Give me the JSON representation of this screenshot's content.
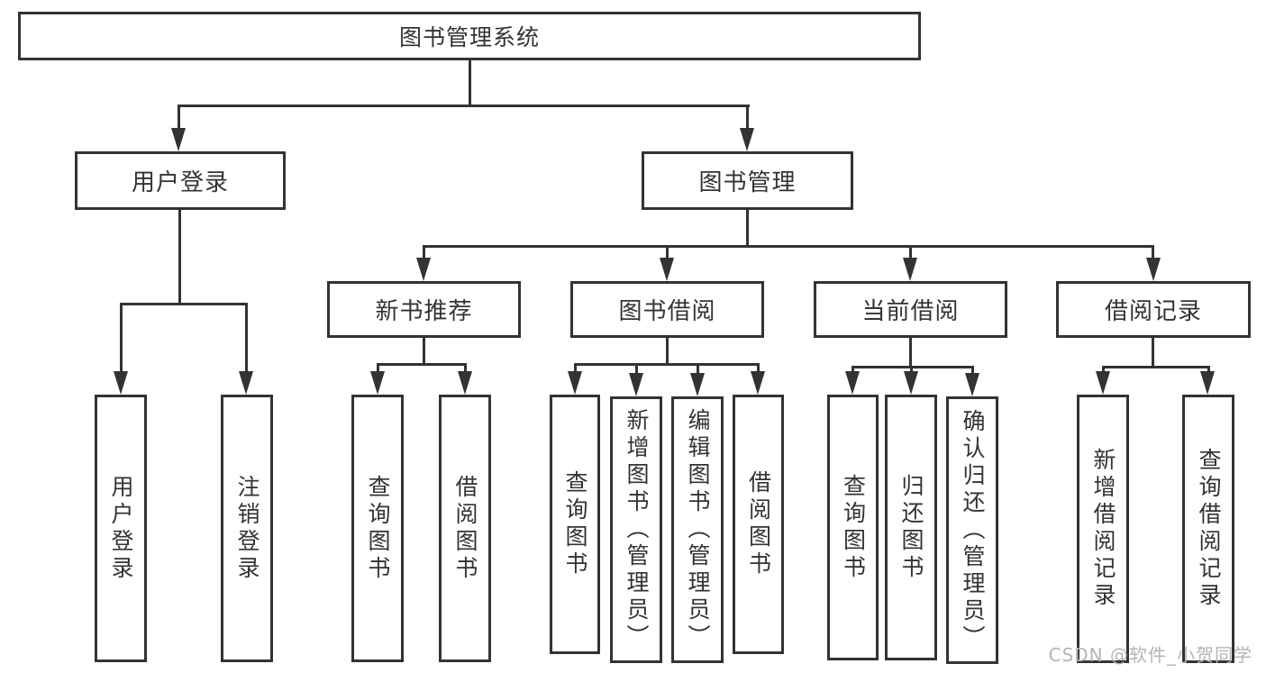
{
  "nodes": {
    "root": "图书管理系统",
    "user_login": "用户登录",
    "book_mgmt": "图书管理",
    "new_book_rec": "新书推荐",
    "book_borrow": "图书借阅",
    "current_borrow": "当前借阅",
    "borrow_records": "借阅记录",
    "leaf_user_login": "用户登录",
    "leaf_logout": "注销登录",
    "leaf_rec_query": "查询图书",
    "leaf_rec_borrow": "借阅图书",
    "leaf_bb_query": "查询图书",
    "leaf_bb_add": "新增图书（管理员）",
    "leaf_bb_edit": "编辑图书（管理员）",
    "leaf_bb_borrow": "借阅图书",
    "leaf_cb_query": "查询图书",
    "leaf_cb_return": "归还图书",
    "leaf_cb_confirm": "确认归还（管理员）",
    "leaf_br_add": "新增借阅记录",
    "leaf_br_query": "查询借阅记录"
  },
  "watermark": "CSDN @软件_小贺同学",
  "colors": {
    "line": "#333333",
    "text": "#333333",
    "watermark": "#b4b4b4",
    "bg": "#ffffff"
  }
}
